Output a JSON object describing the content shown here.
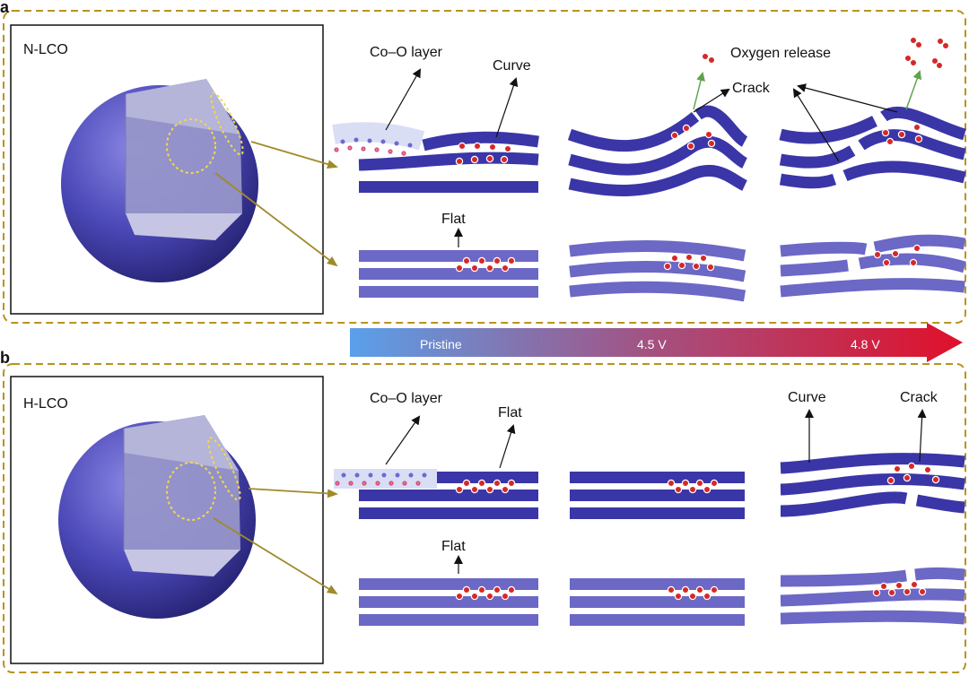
{
  "panels": [
    {
      "letter": "a",
      "sample": "N-LCO",
      "top_labels": {
        "co_o_layer": "Co–O layer",
        "curve": "Curve",
        "oxygen_release": "Oxygen release",
        "crack": "Crack",
        "flat": "Flat"
      }
    },
    {
      "letter": "b",
      "sample": "H-LCO",
      "top_labels": {
        "co_o_layer": "Co–O layer",
        "flat_top": "Flat",
        "flat_bottom": "Flat",
        "curve": "Curve",
        "crack": "Crack"
      }
    }
  ],
  "gradient_bar": {
    "labels": [
      "Pristine",
      "4.5 V",
      "4.8 V"
    ],
    "colors": {
      "start": "#5aa0ea",
      "middle": "#a5507f",
      "end": "#e0102a"
    }
  },
  "colors": {
    "dark_layer": "#3a36a8",
    "light_layer": "#6b68c6",
    "frame": "#b8941e",
    "arrow_gold": "#a08a2a",
    "oxygen": "#d62828",
    "green_arrow": "#5fa44a"
  }
}
